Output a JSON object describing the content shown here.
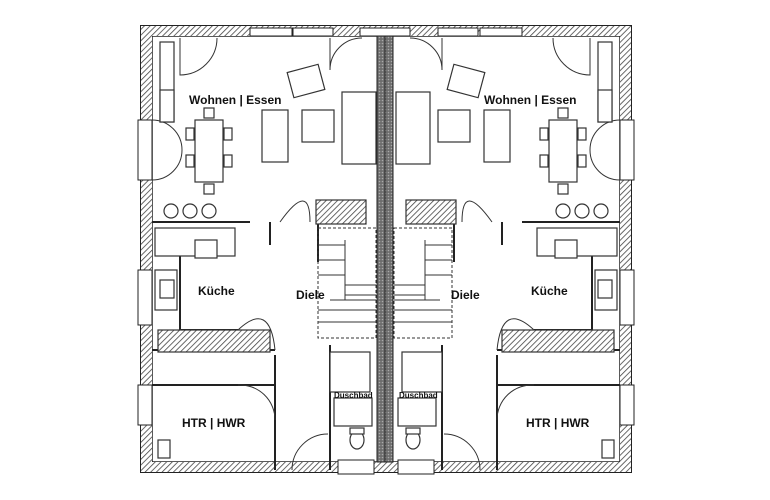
{
  "plan": {
    "left_unit": {
      "living": "Wohnen | Essen",
      "kitchen": "Küche",
      "hall": "Diele",
      "bath": "Duschbad",
      "utility": "HTR | HWR"
    },
    "right_unit": {
      "living": "Wohnen | Essen",
      "kitchen": "Küche",
      "hall": "Diele",
      "bath": "Duschbad",
      "utility": "HTR | HWR"
    }
  },
  "colors": {
    "wall": "#222222",
    "wall_fill": "#8a8a8a",
    "hatch": "#555555",
    "line": "#333333"
  }
}
